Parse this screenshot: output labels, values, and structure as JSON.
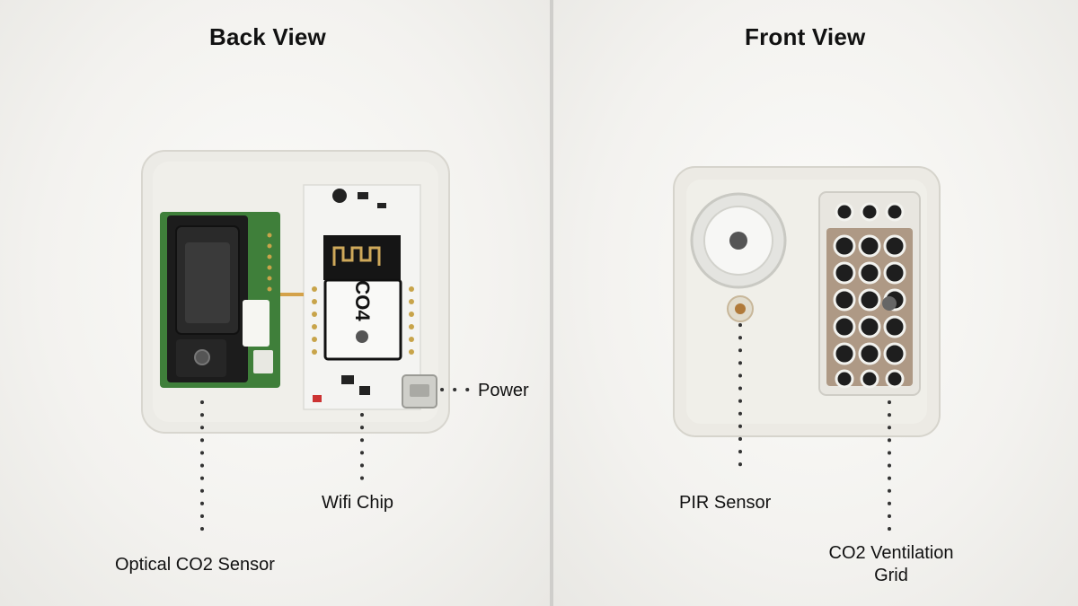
{
  "back_view": {
    "title": "Back View",
    "labels": {
      "power": "Power",
      "wifi_chip": "Wifi Chip",
      "optical_co2_sensor": "Optical CO2 Sensor"
    },
    "chip_marking": "CO4"
  },
  "front_view": {
    "title": "Front View",
    "labels": {
      "pir_sensor": "PIR Sensor",
      "co2_grid_line1": "CO2 Ventilation",
      "co2_grid_line2": "Grid"
    }
  },
  "colors": {
    "pcb_green": "#3f7f3a",
    "pcb_white": "#f4f4f2",
    "sensor_black": "#1c1c1c",
    "dot": "#333333"
  }
}
